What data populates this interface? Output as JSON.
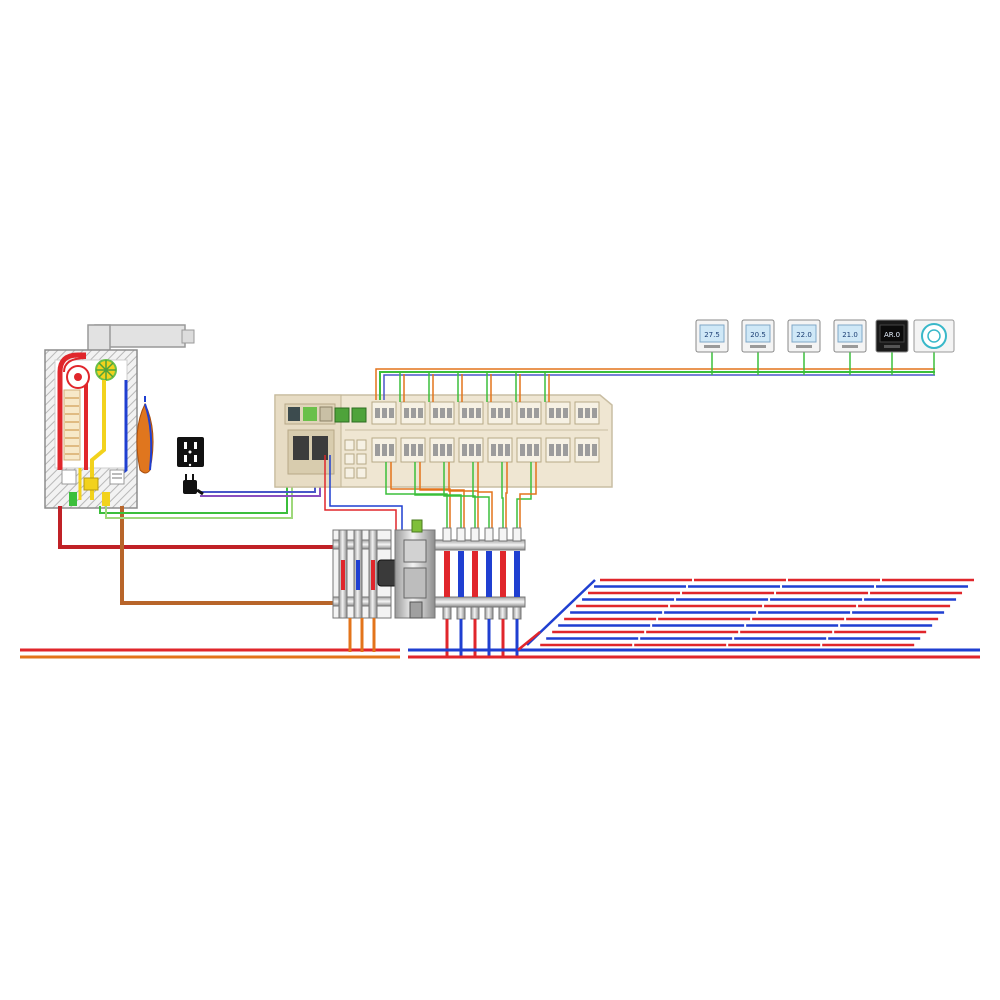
{
  "diagram": {
    "kind": "underfloor-heating-system",
    "components": [
      {
        "id": "boiler",
        "icon": "gas-boiler-icon"
      },
      {
        "id": "flue",
        "icon": "flue-pipe-icon"
      },
      {
        "id": "expansion-vessel",
        "icon": "expansion-vessel-icon"
      },
      {
        "id": "power-socket",
        "icon": "power-socket-icon"
      },
      {
        "id": "plug",
        "icon": "power-plug-icon"
      },
      {
        "id": "wiring-center",
        "icon": "wiring-center-icon"
      },
      {
        "id": "mixing-unit",
        "icon": "mixing-pump-unit-icon"
      },
      {
        "id": "manifold",
        "icon": "underfloor-manifold-icon"
      },
      {
        "id": "heating-loops",
        "icon": "floor-heating-loops-icon"
      }
    ],
    "thermostats": [
      {
        "display": "27.5",
        "style": "white-screen"
      },
      {
        "display": "20.5",
        "style": "white-screen"
      },
      {
        "display": "22.0",
        "style": "white-screen"
      },
      {
        "display": "21.0",
        "style": "white-screen"
      },
      {
        "display": "AR.0",
        "style": "black-screen"
      },
      {
        "display": "",
        "style": "round-cyan"
      }
    ],
    "colors": {
      "supply": "#e0262b",
      "return": "#1f3fd1",
      "return_boiler": "#c8692c",
      "wire_green": "#3bbf3b",
      "wire_blue": "#4a57c9",
      "wire_orange": "#e3741b",
      "wire_purple": "#8a4fbf",
      "yellow_pipe": "#f2d21d",
      "casing": "#efe6d2"
    },
    "heating_zones": 4,
    "manifold_ports": 6,
    "controller_channels": 8
  }
}
